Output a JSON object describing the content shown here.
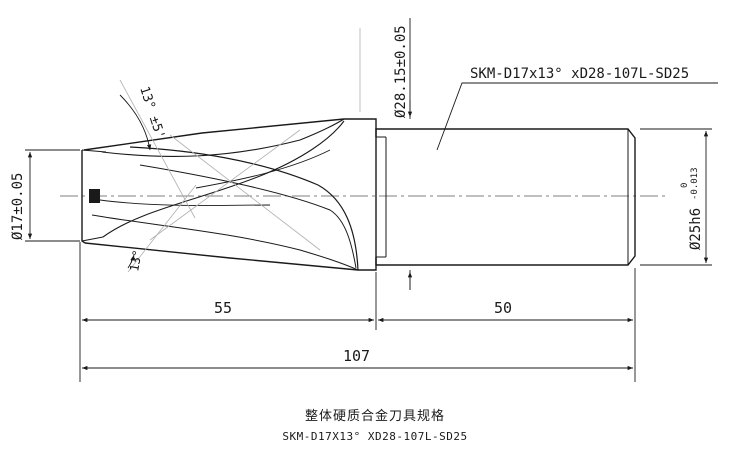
{
  "drawing": {
    "part_callout": "SKM-D17x13° xD28-107L-SD25",
    "dim_cutting_diameter": "Ø17±0.05",
    "dim_step_diameter": "Ø28.15±0.05",
    "dim_shank_diameter": "Ø25h6",
    "dim_shank_tolerance_upper": "0",
    "dim_shank_tolerance_lower": "-0.013",
    "dim_angle": "13° ±5'",
    "dim_angle_lower": "13°",
    "dim_cutting_length": "55",
    "dim_shank_length": "50",
    "dim_overall_length": "107"
  },
  "caption": {
    "title": "整体硬质合金刀具规格",
    "code": "SKM-D17X13° XD28-107L-SD25"
  },
  "colors": {
    "line": "#1a1a1a",
    "centerline": "#555555",
    "faint": "#b0b0b0"
  }
}
